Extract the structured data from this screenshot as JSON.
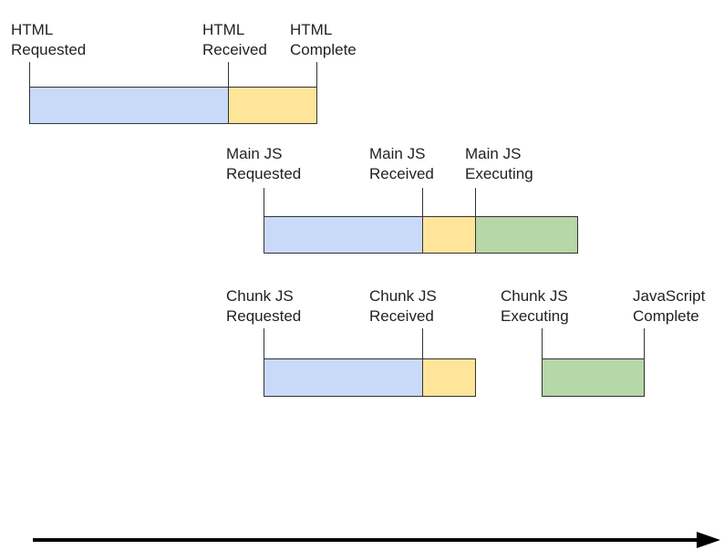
{
  "colors": {
    "requested": "#c9daf8",
    "received": "#ffe599",
    "executing": "#b6d7a8",
    "stroke": "#333333"
  },
  "html_row": {
    "requested": [
      "HTML",
      "Requested"
    ],
    "received": [
      "HTML",
      "Received"
    ],
    "complete": [
      "HTML",
      "Complete"
    ]
  },
  "main_js_row": {
    "requested": [
      "Main JS",
      "Requested"
    ],
    "received": [
      "Main JS",
      "Received"
    ],
    "executing": [
      "Main JS",
      "Executing"
    ]
  },
  "chunk_js_row": {
    "requested": [
      "Chunk JS",
      "Requested"
    ],
    "received": [
      "Chunk JS",
      "Received"
    ],
    "executing": [
      "Chunk JS",
      "Executing"
    ],
    "complete": [
      "JavaScript",
      "Complete"
    ]
  }
}
